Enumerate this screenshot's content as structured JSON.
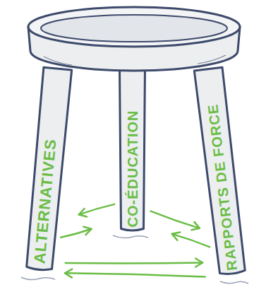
{
  "diagram": {
    "nodes": [
      {
        "text": [
          "ALTERNATIVES"
        ]
      },
      {
        "text": [
          "CO-ÉDUCATION"
        ]
      },
      {
        "text": [
          "RAPPORTS DE FORCE"
        ]
      }
    ],
    "edges": [
      {
        "from": 0,
        "to": 1,
        "arrow": "to"
      },
      {
        "from": 1,
        "to": 0,
        "arrow": "to"
      },
      {
        "from": 1,
        "to": 2,
        "arrow": "to"
      },
      {
        "from": 2,
        "to": 1,
        "arrow": "to"
      },
      {
        "from": 0,
        "to": 2,
        "arrow": "to"
      },
      {
        "from": 2,
        "to": 0,
        "arrow": "to"
      }
    ]
  }
}
